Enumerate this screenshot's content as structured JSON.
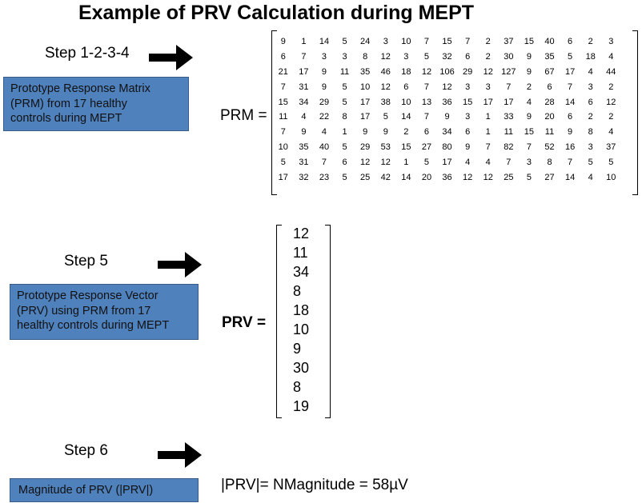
{
  "title": "Example of PRV Calculation during MEPT",
  "steps": {
    "step1": {
      "label": "Step 1-2-3-4",
      "box_lines": [
        "Prototype Response Matrix",
        "(PRM)  from 17  healthy",
        "controls during MEPT"
      ]
    },
    "step5": {
      "label": "Step 5",
      "box_lines": [
        "Prototype Response Vector",
        "(PRV)  using PRM from 17",
        "healthy controls during MEPT"
      ]
    },
    "step6": {
      "label": "Step 6",
      "box_lines": [
        "Magnitude of PRV (|PRV|)"
      ]
    }
  },
  "prm": {
    "label": "PRM =",
    "rows": [
      [
        9,
        1,
        14,
        5,
        24,
        3,
        10,
        7,
        15,
        7,
        2,
        37,
        15,
        40,
        6,
        2,
        3
      ],
      [
        6,
        7,
        3,
        3,
        8,
        12,
        3,
        5,
        32,
        6,
        2,
        30,
        9,
        35,
        5,
        18,
        4
      ],
      [
        21,
        17,
        9,
        11,
        35,
        46,
        18,
        12,
        106,
        29,
        12,
        127,
        9,
        67,
        17,
        4,
        44
      ],
      [
        7,
        31,
        9,
        5,
        10,
        12,
        6,
        7,
        12,
        3,
        3,
        7,
        2,
        6,
        7,
        3,
        2
      ],
      [
        15,
        34,
        29,
        5,
        17,
        38,
        10,
        13,
        36,
        15,
        17,
        17,
        4,
        28,
        14,
        6,
        12
      ],
      [
        11,
        4,
        22,
        8,
        17,
        5,
        14,
        7,
        9,
        3,
        1,
        33,
        9,
        20,
        6,
        2,
        2
      ],
      [
        7,
        9,
        4,
        1,
        9,
        9,
        2,
        6,
        34,
        6,
        1,
        11,
        15,
        11,
        9,
        8,
        4
      ],
      [
        10,
        35,
        40,
        5,
        29,
        53,
        15,
        27,
        80,
        9,
        7,
        82,
        7,
        52,
        16,
        3,
        37
      ],
      [
        5,
        31,
        7,
        6,
        12,
        12,
        1,
        5,
        17,
        4,
        4,
        7,
        3,
        8,
        7,
        5,
        5
      ],
      [
        17,
        32,
        23,
        5,
        25,
        42,
        14,
        20,
        36,
        12,
        12,
        25,
        5,
        27,
        14,
        4,
        10
      ]
    ]
  },
  "prv": {
    "label": "PRV =",
    "values": [
      12,
      11,
      34,
      8,
      18,
      10,
      9,
      30,
      8,
      19
    ]
  },
  "magnitude": {
    "text": "|PRV|= NMagnitude = 58µV"
  },
  "colors": {
    "box_fill": "#4f81bd",
    "box_border": "#385d8a"
  },
  "icons": {
    "arrow": "arrow-right-icon"
  }
}
